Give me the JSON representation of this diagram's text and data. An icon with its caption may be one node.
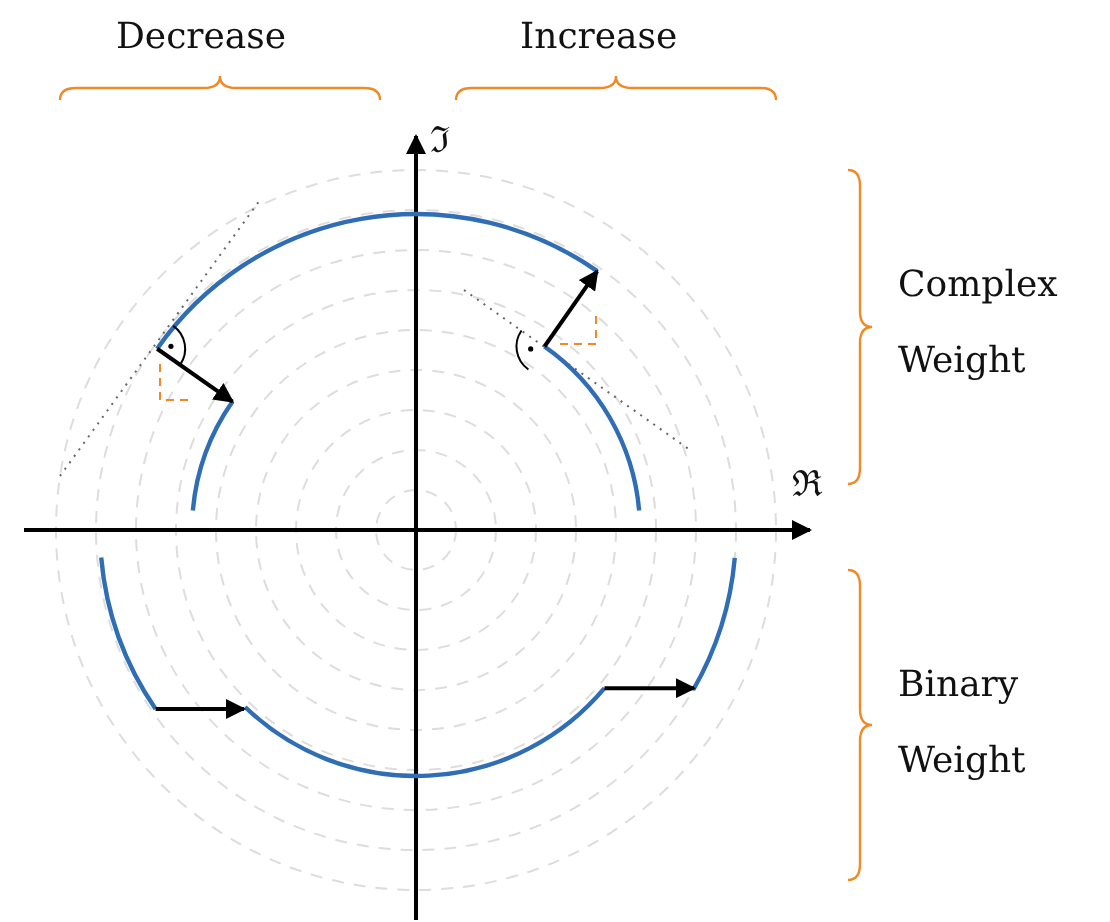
{
  "diagram": {
    "labels": [
      "Decrease",
      "Increase",
      "ℑ",
      "ℜ",
      "Complex Weight",
      "Binary Weight"
    ]
  }
}
